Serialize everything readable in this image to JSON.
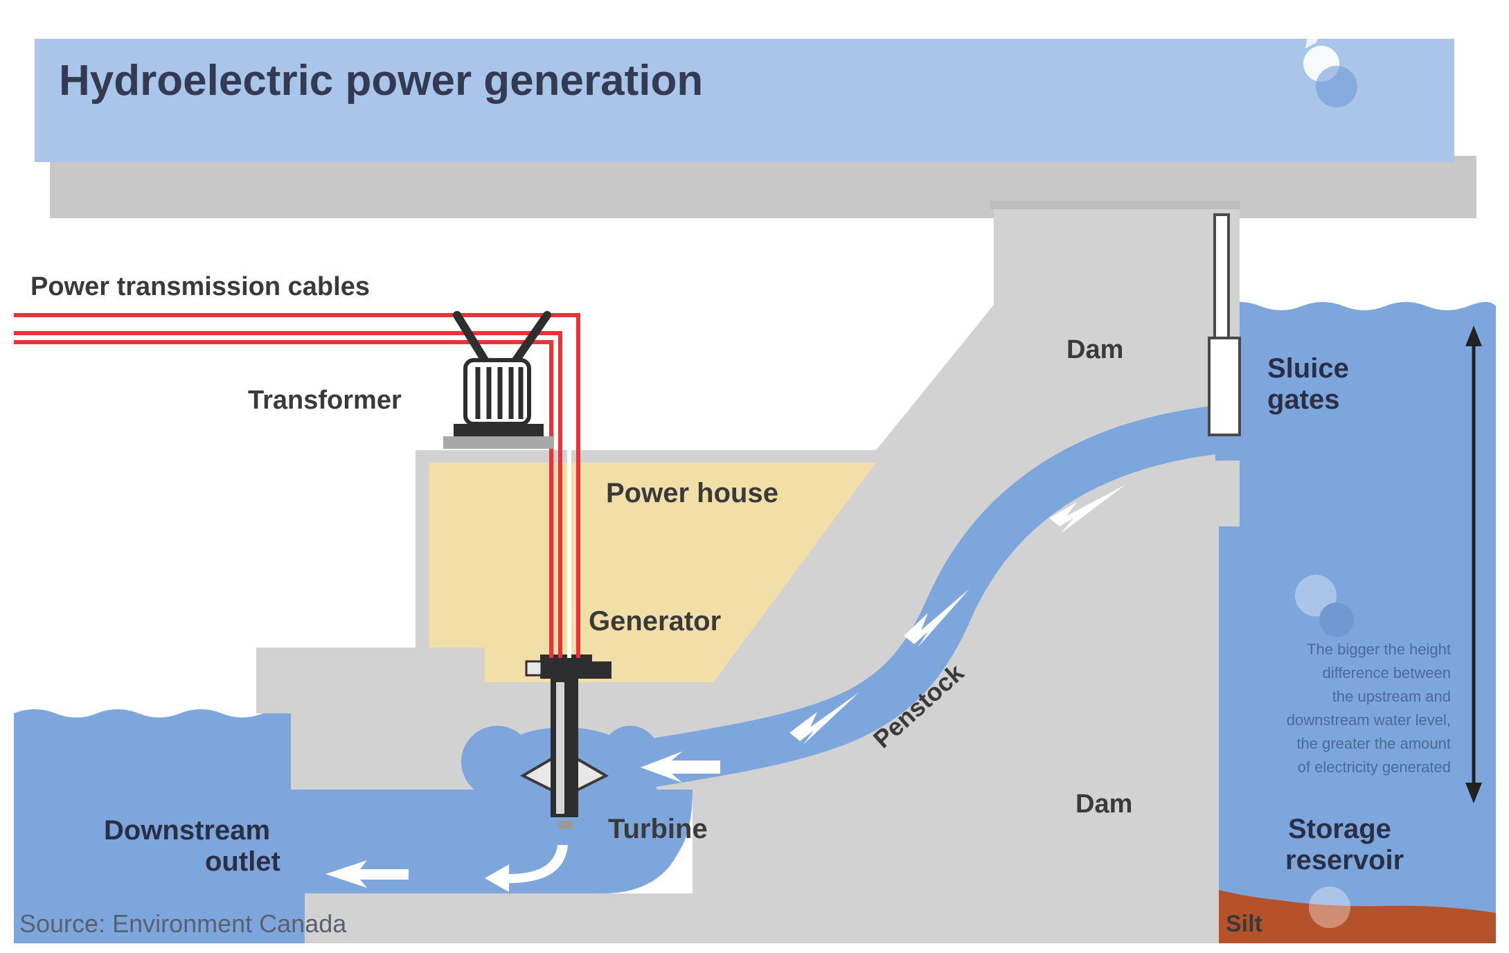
{
  "title": "Hydroelectric power generation",
  "labels": {
    "power_transmission_cables": "Power transmission cables",
    "transformer": "Transformer",
    "power_house": "Power house",
    "generator": "Generator",
    "turbine": "Turbine",
    "dam_upper": "Dam",
    "dam_lower": "Dam",
    "penstock": "Penstock",
    "sluice_gates_line1": "Sluice",
    "sluice_gates_line2": "gates",
    "storage_reservoir_line1": "Storage",
    "storage_reservoir_line2": "reservoir",
    "downstream_outlet_line1": "Downstream",
    "downstream_outlet_line2": "outlet",
    "silt": "Silt"
  },
  "note_lines": [
    "The bigger the height",
    "difference between",
    "the upstream and",
    "downstream water level,",
    "the greater the amount",
    "of electricity generated"
  ],
  "source": "Source: Environment Canada",
  "colors": {
    "water": "#7da7dc",
    "water_dark": "#6f9bd6",
    "concrete": "#d2d2d2",
    "power_house": "#f2dfa8",
    "cable": "#e8333a",
    "title_band": "#a9c6ea",
    "silt": "#b5522a"
  }
}
